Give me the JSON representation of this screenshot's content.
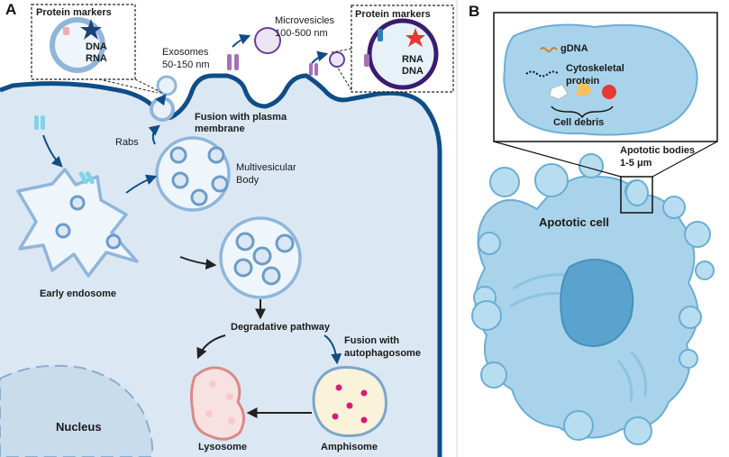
{
  "panel_a": {
    "letter": "A",
    "exosome_inset": {
      "title": "Protein markers",
      "dna": "DNA",
      "rna": "RNA"
    },
    "exosomes": {
      "line1": "Exosomes",
      "line2": "50-150 nm"
    },
    "microvesicles": {
      "line1": "Microvesicles",
      "line2": "100-500 nm"
    },
    "microvesicle_inset": {
      "title": "Protein markers",
      "rna": "RNA",
      "dna": "DNA"
    },
    "fusion_plasma": {
      "line1": "Fusion with plasma",
      "line2": "membrane"
    },
    "rabs": "Rabs",
    "multivesicular": {
      "line1": "Multivesicular",
      "line2": "Body"
    },
    "early_endosome": "Early endosome",
    "degradative_pathway": "Degradative pathway",
    "fusion_autophagosome": {
      "line1": "Fusion with",
      "line2": "autophagosome"
    },
    "nucleus": "Nucleus",
    "lysosome": "Lysosome",
    "amphisome": "Amphisome"
  },
  "panel_b": {
    "letter": "B",
    "inset": {
      "gdna": "gDNA",
      "cytoskeletal": {
        "line1": "Cytoskeletal",
        "line2": "protein"
      },
      "cell_debris": "Cell debris"
    },
    "apoptotic_bodies": {
      "line1": "Apototic bodies",
      "line2": "1-5 μm"
    },
    "apoptotic_cell": "Apototic cell"
  },
  "colors": {
    "cell_fill": "#dbe8f3",
    "membrane": "#0f4d86",
    "vesicle_ring": "#8fb6da",
    "vesicle_fill": "#e8f1f9",
    "apoptotic_fill": "#a9d3ea",
    "apoptotic_stroke": "#6aaed3",
    "apoptotic_nucleus": "#5aa3cf",
    "lysosome_stroke": "#d98a86",
    "amphisome_dot": "#d81b7a",
    "marker_star": "#1f3f77",
    "marker_red": "#e53935"
  }
}
